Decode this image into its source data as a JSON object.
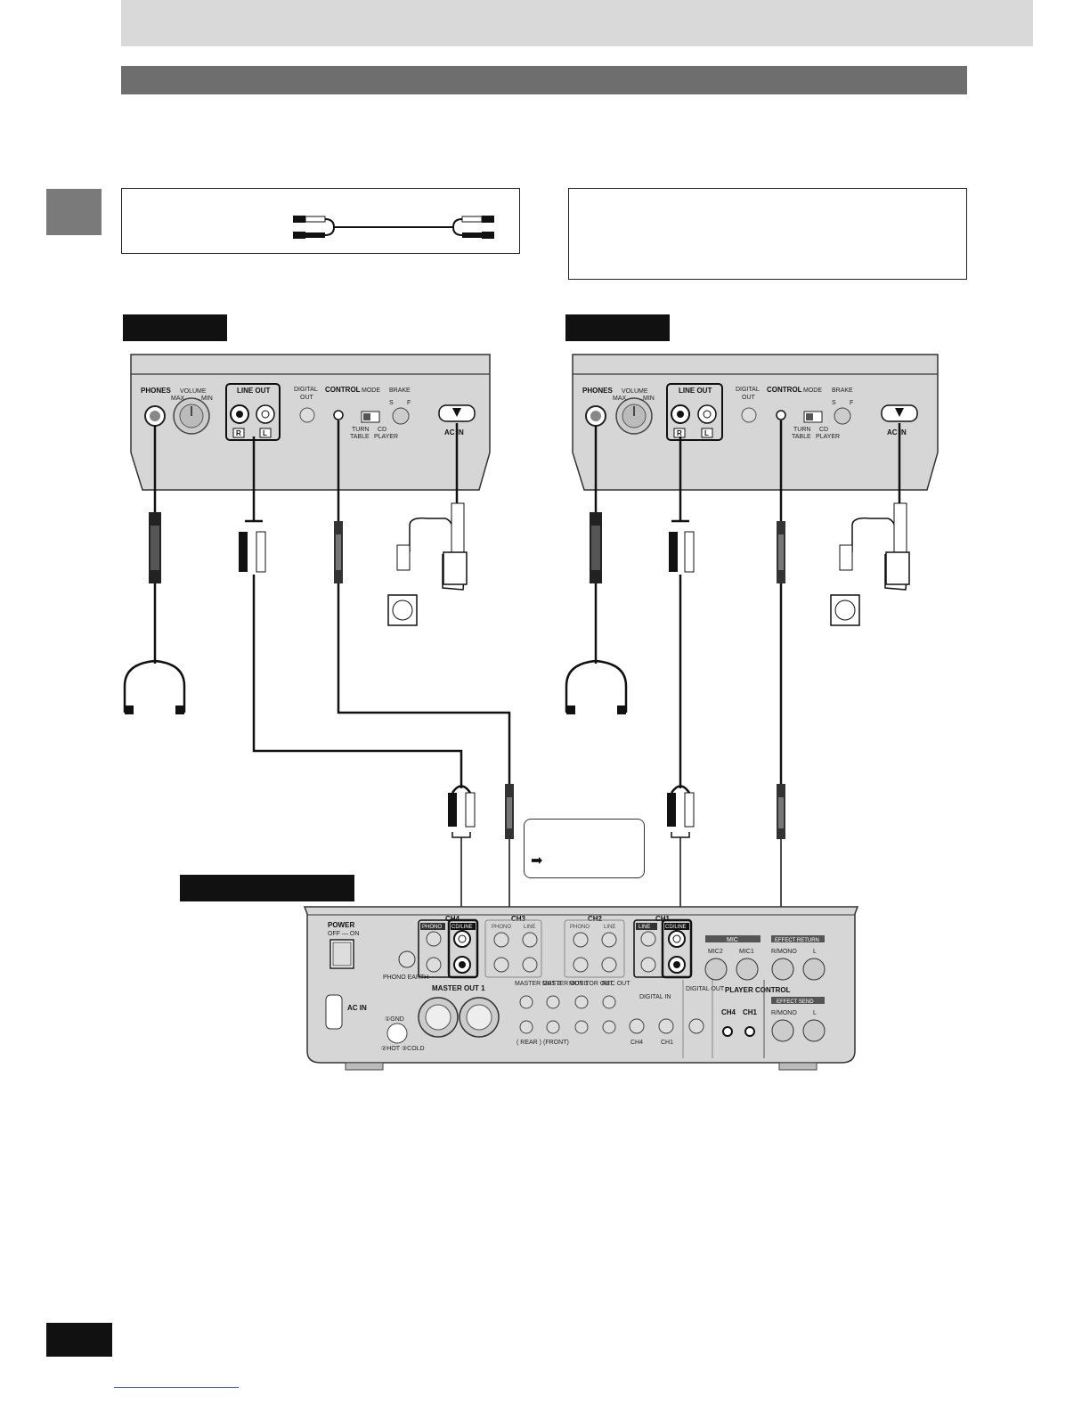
{
  "deck_left": {
    "phones": "PHONES",
    "volume": "VOLUME",
    "max": "MAX",
    "min": "MIN",
    "line_out": "LINE OUT",
    "r": "R",
    "l": "L",
    "digital": "DIGITAL",
    "out": "OUT",
    "control": "CONTROL",
    "mode": "MODE",
    "brake": "BRAKE",
    "s": "S",
    "f": "F",
    "turn": "TURN",
    "table": "TABLE",
    "cd": "CD",
    "player": "PLAYER",
    "ac_in": "AC IN"
  },
  "deck_right": {
    "phones": "PHONES",
    "volume": "VOLUME",
    "max": "MAX",
    "min": "MIN",
    "line_out": "LINE OUT",
    "r": "R",
    "l": "L",
    "digital": "DIGITAL",
    "out": "OUT",
    "control": "CONTROL",
    "mode": "MODE",
    "brake": "BRAKE",
    "s": "S",
    "f": "F",
    "turn": "TURN",
    "table": "TABLE",
    "cd": "CD",
    "player": "PLAYER",
    "ac_in": "AC IN"
  },
  "mixer": {
    "power": "POWER",
    "off_on": "OFF — ON",
    "phono_earth": "PHONO EARTH",
    "ac_in": "AC IN",
    "master_out_1": "MASTER OUT 1",
    "ch4": "CH4",
    "ch3": "CH3",
    "ch2": "CH2",
    "ch1": "CH1",
    "phono": "PHONO",
    "line": "LINE",
    "cd_line": "CD/LINE",
    "master_out2": "MASTER OUT 2",
    "master_out1": "MASTER OUT 1",
    "monitor_out": "MONITOR OUT",
    "rec_out": "REC OUT",
    "digital_in": "DIGITAL IN",
    "digital_out": "DIGITAL OUT",
    "player_control": "PLAYER CONTROL",
    "mic": "MIC",
    "mic2": "MIC2",
    "mic1": "MIC1",
    "effect_return": "EFFECT RETURN",
    "effect_send": "EFFECT SEND",
    "r_mono": "R/MONO",
    "l": "L",
    "rear": "( REAR )",
    "front": "(FRONT)",
    "gnd": "①GND",
    "hot_cold": "②HOT ③COLD"
  },
  "note": {
    "arrow": "➡"
  }
}
